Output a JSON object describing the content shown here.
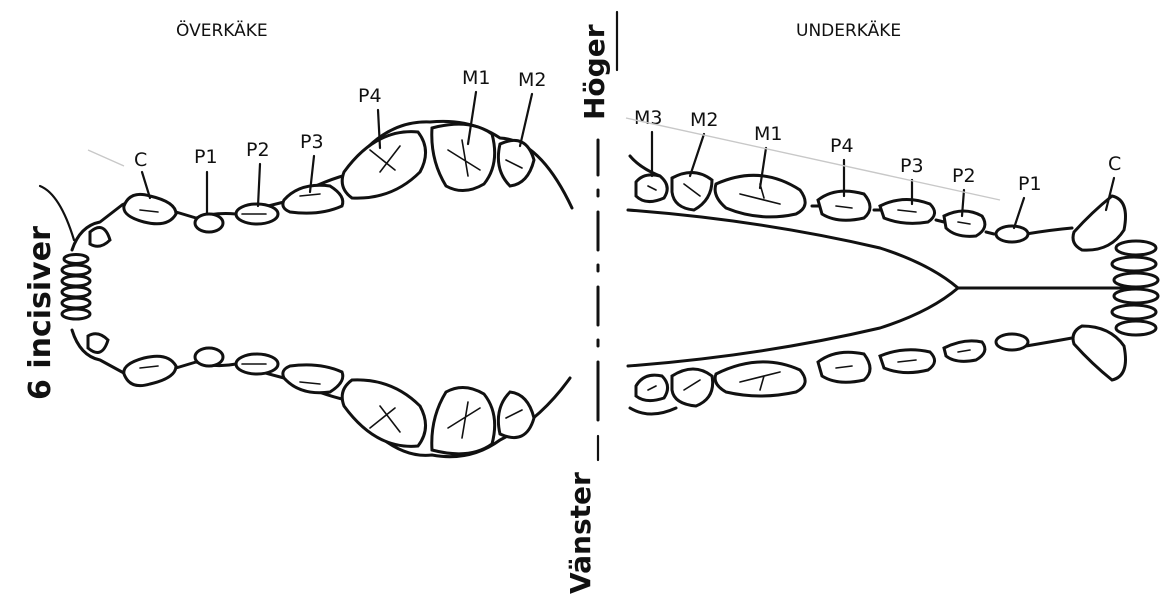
{
  "upper_jaw": {
    "title": "ÖVERKÄKE",
    "labels": {
      "c": "C",
      "p1": "P1",
      "p2": "P2",
      "p3": "P3",
      "p4": "P4",
      "m1": "M1",
      "m2": "M2"
    }
  },
  "lower_jaw": {
    "title": "UNDERKÄKE",
    "labels": {
      "m3": "M3",
      "m2": "M2",
      "m1": "M1",
      "p4": "P4",
      "p3": "P3",
      "p2": "P2",
      "p1": "P1",
      "c": "C"
    }
  },
  "sides": {
    "right": "Höger",
    "left": "Vänster"
  },
  "incisors_label": "6 incisiver",
  "colors": {
    "ink": "#111111",
    "background": "#ffffff"
  }
}
